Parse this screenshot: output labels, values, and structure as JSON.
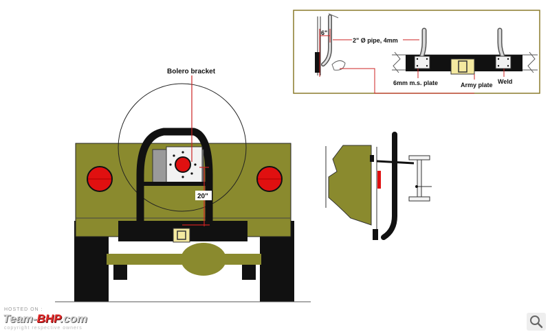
{
  "labels": {
    "bolero_bracket": "Bolero bracket",
    "height_20": "20\"",
    "offset_6": "6\"",
    "pipe": "2\" Ø pipe, 4mm",
    "ms_plate": "6mm m.s. plate",
    "army_plate": "Army plate",
    "weld": "Weld"
  },
  "watermark": {
    "hosted_on": "HOSTED ON :",
    "brand_team": "Team-",
    "brand_bhp": "BHP",
    "brand_com": ".com",
    "copyright": "copyright respective owners"
  },
  "colors": {
    "body_olive": "#8a8a2e",
    "tyre_black": "#111111",
    "tail_light_red": "#e01010",
    "guide_red": "#cc2222",
    "inset_border": "#8a7a2a",
    "army_plate_yellow": "#f4e9a0"
  },
  "icons": {
    "zoom": "magnifier-icon"
  }
}
